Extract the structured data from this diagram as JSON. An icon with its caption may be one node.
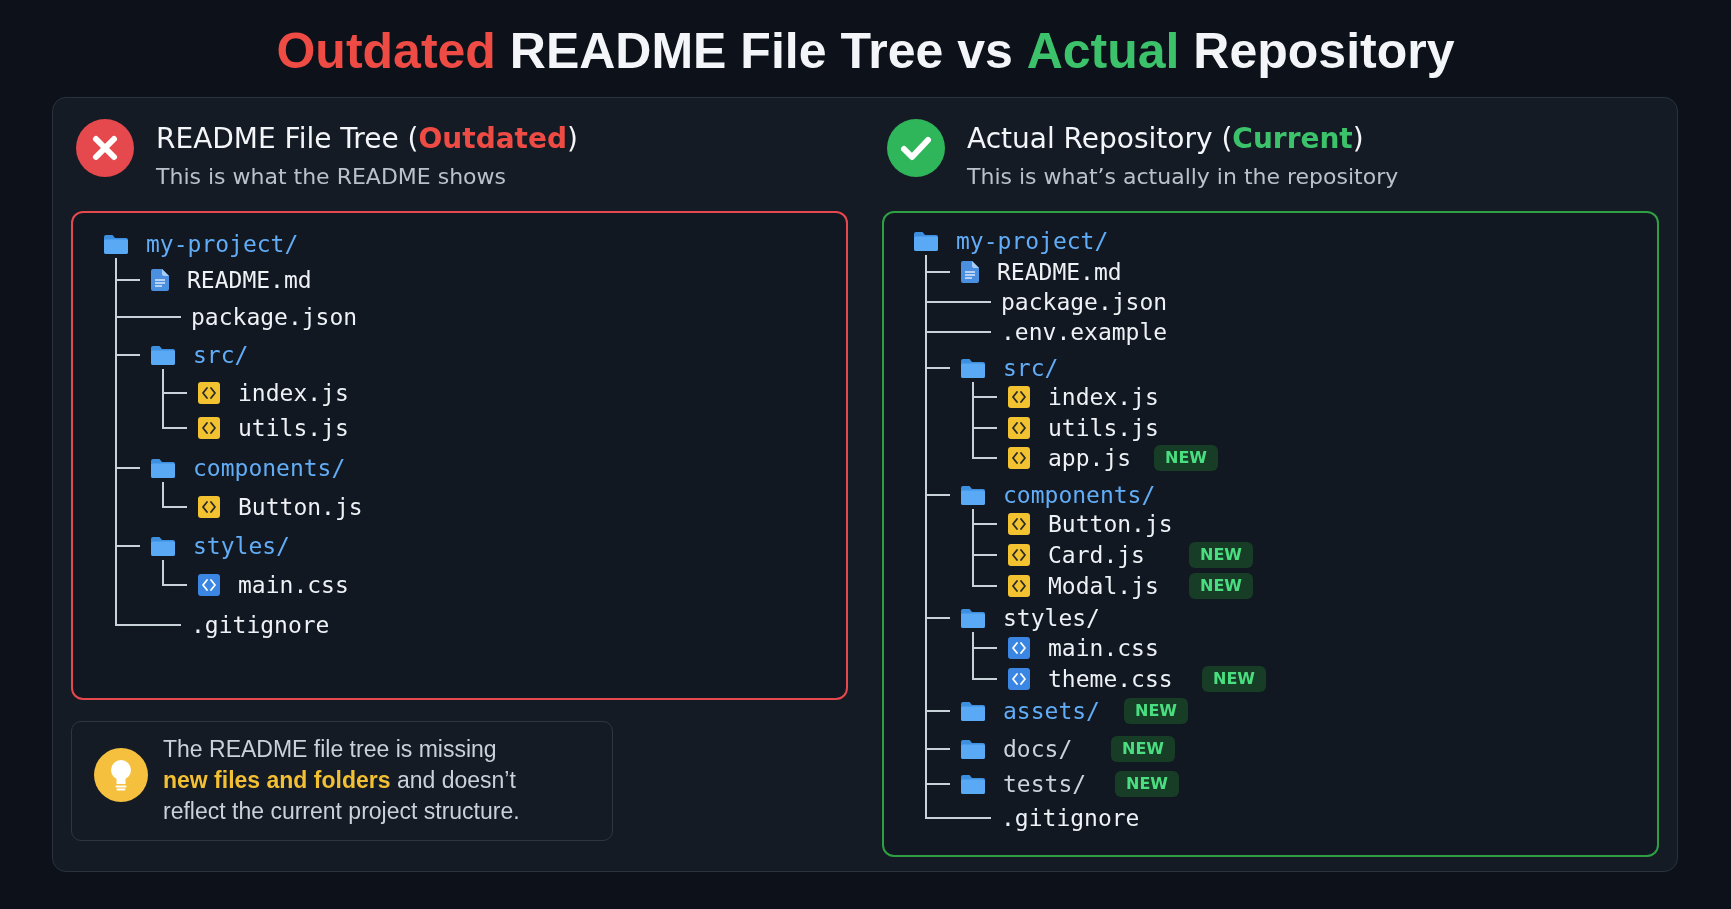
{
  "diagram": {
    "title": "*Outdated* README File Tree vs **Actual** Repository",
    "nodes": [
      {
        "text": [
          "README File Tree (*Outdated*)",
          "This is what the README shows"
        ]
      },
      {
        "text": [
          "my-project/"
        ],
        "in": 0
      },
      {
        "text": [
          "README.md"
        ],
        "in": 0
      },
      {
        "text": [
          "package.json"
        ],
        "in": 0
      },
      {
        "text": [
          "src/"
        ],
        "in": 0
      },
      {
        "text": [
          "index.js"
        ],
        "in": 0
      },
      {
        "text": [
          "utils.js"
        ],
        "in": 0
      },
      {
        "text": [
          "components/"
        ],
        "in": 0
      },
      {
        "text": [
          "Button.js"
        ],
        "in": 0
      },
      {
        "text": [
          "styles/"
        ],
        "in": 0
      },
      {
        "text": [
          "main.css"
        ],
        "in": 0
      },
      {
        "text": [
          ".gitignore"
        ],
        "in": 0
      },
      {
        "text": [
          "The README file tree is missing **new files and folders** and doesn’t reflect the current project structure."
        ]
      },
      {
        "text": [
          "Actual Repository (**Current**)",
          "This is what’s actually in the repository"
        ]
      },
      {
        "text": [
          "my-project/"
        ],
        "in": 13
      },
      {
        "text": [
          "README.md"
        ],
        "in": 13
      },
      {
        "text": [
          "package.json"
        ],
        "in": 13
      },
      {
        "text": [
          ".env.example"
        ],
        "in": 13
      },
      {
        "text": [
          "src/"
        ],
        "in": 13
      },
      {
        "text": [
          "index.js"
        ],
        "in": 13
      },
      {
        "text": [
          "utils.js"
        ],
        "in": 13
      },
      {
        "text": [
          "app.js"
        ],
        "in": 13
      },
      {
        "text": [
          "NEW"
        ],
        "in": 13
      },
      {
        "text": [
          "components/"
        ],
        "in": 13
      },
      {
        "text": [
          "Button.js"
        ],
        "in": 13
      },
      {
        "text": [
          "Card.js"
        ],
        "in": 13
      },
      {
        "text": [
          "NEW"
        ],
        "in": 13
      },
      {
        "text": [
          "Modal.js"
        ],
        "in": 13
      },
      {
        "text": [
          "NEW"
        ],
        "in": 13
      },
      {
        "text": [
          "styles/"
        ],
        "in": 13
      },
      {
        "text": [
          "main.css"
        ],
        "in": 13
      },
      {
        "text": [
          "theme.css"
        ],
        "in": 13
      },
      {
        "text": [
          "NEW"
        ],
        "in": 13
      },
      {
        "text": [
          "assets/"
        ],
        "in": 13
      },
      {
        "text": [
          "NEW"
        ],
        "in": 13
      },
      {
        "text": [
          "docs/"
        ],
        "in": 13
      },
      {
        "text": [
          "NEW"
        ],
        "in": 13
      },
      {
        "text": [
          "tests/"
        ],
        "in": 13
      },
      {
        "text": [
          "NEW"
        ],
        "in": 13
      },
      {
        "text": [
          ".gitignore"
        ],
        "in": 13
      }
    ],
    "edges": [
      {
        "from": 1,
        "to": 2,
        "arrow": "none"
      },
      {
        "from": 1,
        "to": 3,
        "arrow": "none"
      },
      {
        "from": 1,
        "to": 4,
        "arrow": "none"
      },
      {
        "from": 4,
        "to": 5,
        "arrow": "none"
      },
      {
        "from": 4,
        "to": 6,
        "arrow": "none"
      },
      {
        "from": 1,
        "to": 7,
        "arrow": "none"
      },
      {
        "from": 7,
        "to": 8,
        "arrow": "none"
      },
      {
        "from": 1,
        "to": 9,
        "arrow": "none"
      },
      {
        "from": 9,
        "to": 10,
        "arrow": "none"
      },
      {
        "from": 1,
        "to": 11,
        "arrow": "none"
      },
      {
        "from": 14,
        "to": 15,
        "arrow": "none"
      },
      {
        "from": 14,
        "to": 16,
        "arrow": "none"
      },
      {
        "from": 14,
        "to": 17,
        "arrow": "none"
      },
      {
        "from": 14,
        "to": 18,
        "arrow": "none"
      },
      {
        "from": 18,
        "to": 19,
        "arrow": "none"
      },
      {
        "from": 18,
        "to": 20,
        "arrow": "none"
      },
      {
        "from": 18,
        "to": 21,
        "arrow": "none"
      },
      {
        "from": 14,
        "to": 23,
        "arrow": "none"
      },
      {
        "from": 23,
        "to": 24,
        "arrow": "none"
      },
      {
        "from": 23,
        "to": 25,
        "arrow": "none"
      },
      {
        "from": 23,
        "to": 27,
        "arrow": "none"
      },
      {
        "from": 14,
        "to": 29,
        "arrow": "none"
      },
      {
        "from": 29,
        "to": 30,
        "arrow": "none"
      },
      {
        "from": 29,
        "to": 31,
        "arrow": "none"
      },
      {
        "from": 14,
        "to": 33,
        "arrow": "none"
      },
      {
        "from": 14,
        "to": 35,
        "arrow": "none"
      },
      {
        "from": 14,
        "to": 37,
        "arrow": "none"
      },
      {
        "from": 14,
        "to": 39,
        "arrow": "none"
      }
    ]
  }
}
